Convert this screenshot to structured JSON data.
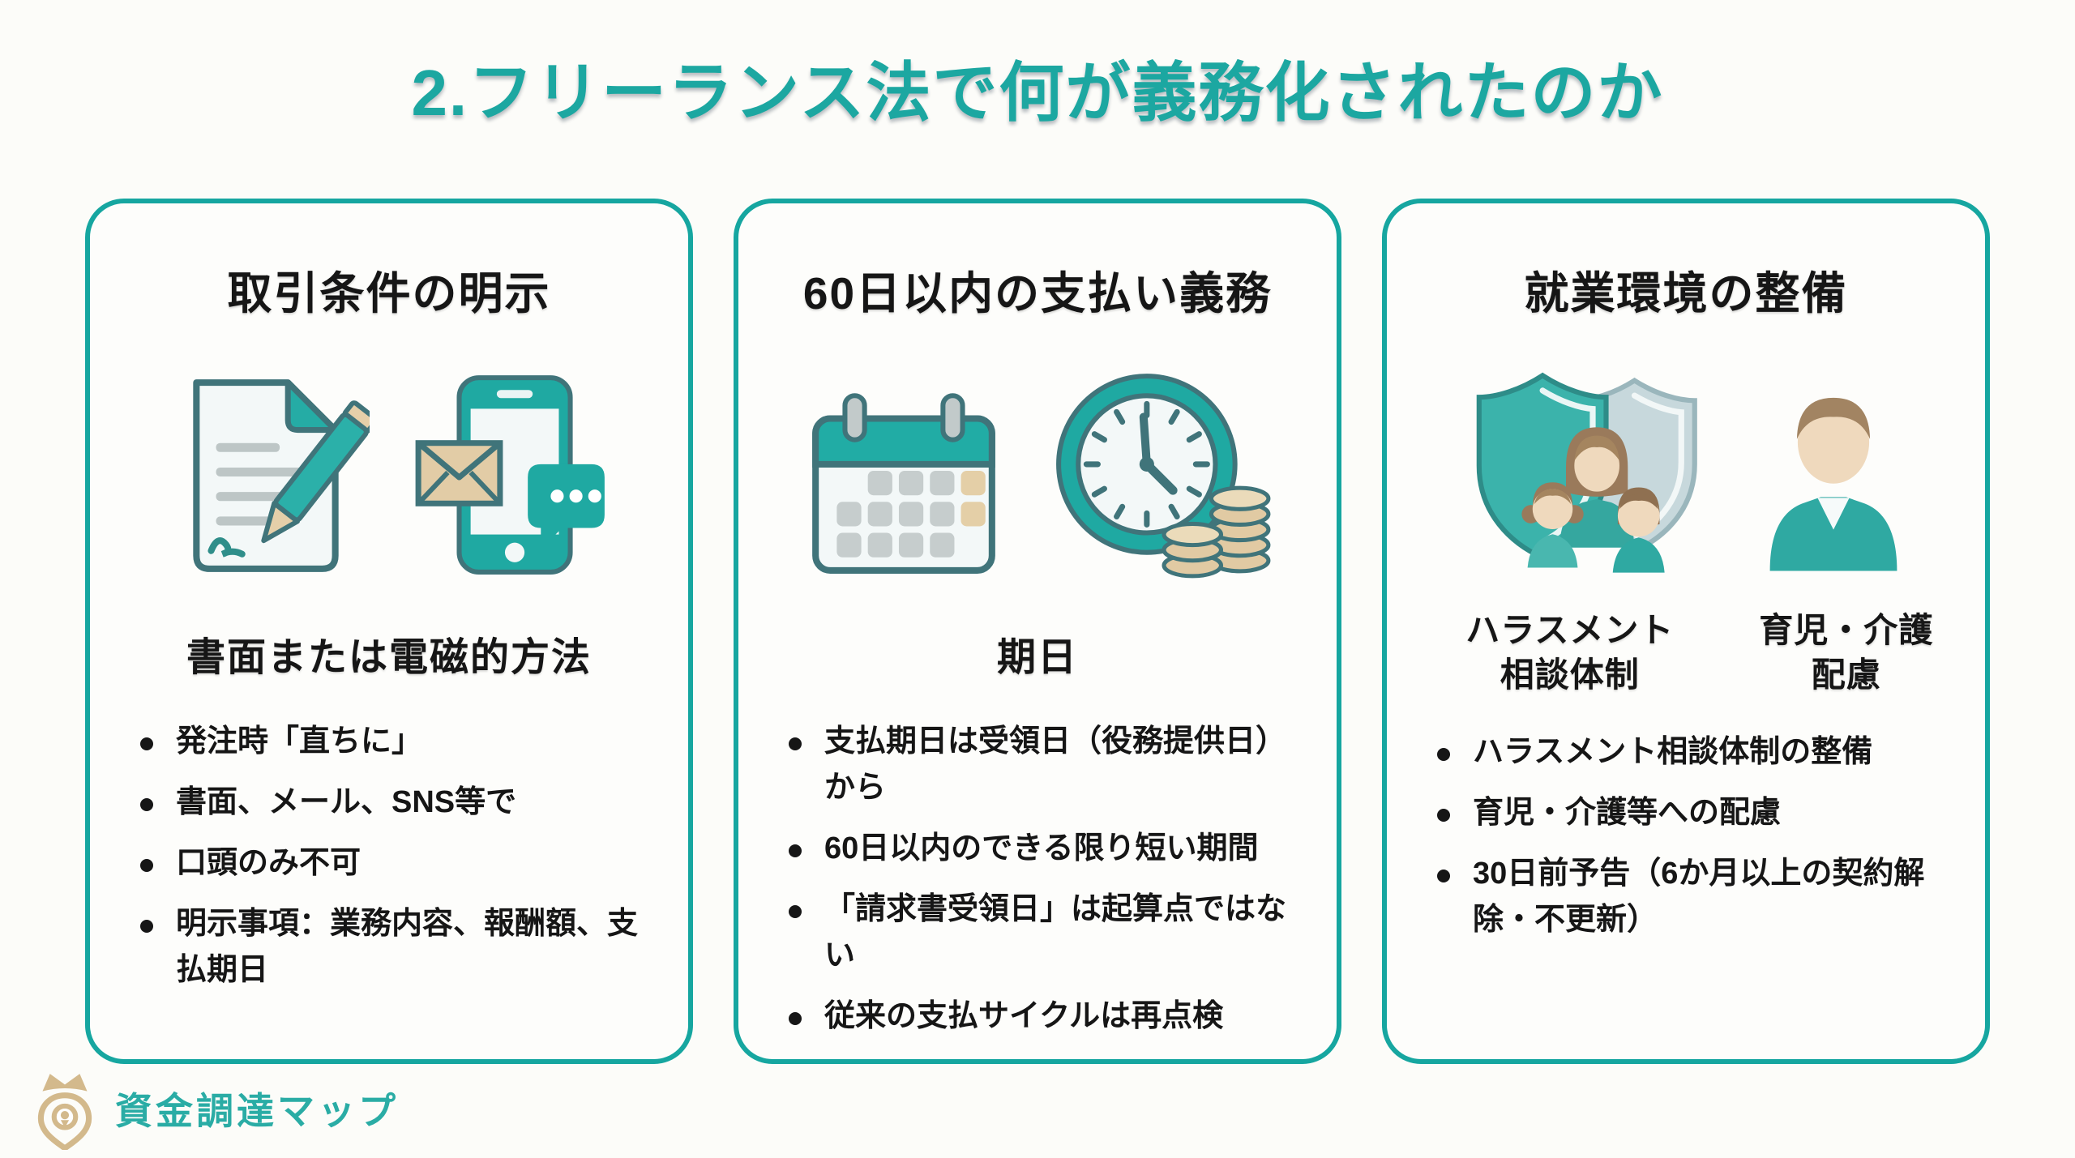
{
  "page": {
    "title": "2.フリーランス法で何が義務化されたのか"
  },
  "colors": {
    "accent_teal": "#1CA7A1",
    "card_border_teal": "#16A6A0",
    "icon_outline": "#40747A",
    "icon_teal_fill": "#21ACA5",
    "tan": "#E2CCA6",
    "text_black": "#161616",
    "brand_gold": "#D3B98C"
  },
  "cards": [
    {
      "heading": "取引条件の明示",
      "icons": [
        "document-pen-icon",
        "phone-message-icon"
      ],
      "subtitle": "書面または電磁的方法",
      "bullets": [
        "発注時「直ちに」",
        "書面、メール、SNS等で",
        "口頭のみ不可",
        "明示事項：業務内容、報酬額、支払期日"
      ]
    },
    {
      "heading": "60日以内の支払い義務",
      "icons": [
        "calendar-icon",
        "clock-coins-icon"
      ],
      "subtitle": "期日",
      "bullets": [
        "支払期日は受領日（役務提供日）から",
        "60日以内のできる限り短い期間",
        "「請求書受領日」は起算点ではない",
        "従来の支払サイクルは再点検"
      ]
    },
    {
      "heading": "就業環境の整備",
      "icons": [
        "family-shield-icon",
        "worker-icon"
      ],
      "icon_labels": [
        {
          "line1": "ハラスメント",
          "line2": "相談体制"
        },
        {
          "line1": "育児・介護",
          "line2": "配慮"
        }
      ],
      "bullets": [
        "ハラスメント相談体制の整備",
        "育児・介護等への配慮",
        "30日前予告（6か月以上の契約解除・不更新）"
      ]
    }
  ],
  "footer": {
    "brand": "資金調達マップ",
    "logo_icon": "map-pin-crown-icon"
  }
}
